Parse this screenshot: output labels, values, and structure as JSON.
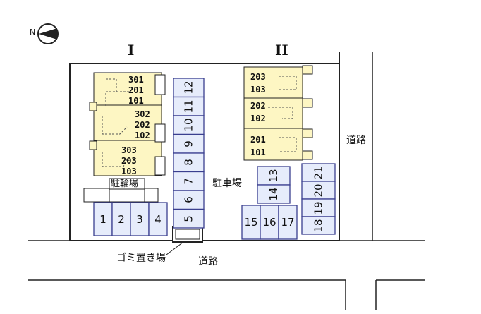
{
  "compass": {
    "label": "N",
    "icon": "north-arrow-icon"
  },
  "buildings": {
    "building_1": {
      "label": "I",
      "units": [
        "301",
        "201",
        "101",
        "302",
        "202",
        "102",
        "303",
        "203",
        "103"
      ]
    },
    "building_2": {
      "label": "II",
      "units": [
        "203",
        "103",
        "202",
        "102",
        "201",
        "101"
      ]
    }
  },
  "labels": {
    "parking": "駐車場",
    "bicycle_parking": "駐輪場",
    "garbage": "ゴミ置き場",
    "road_right": "道路",
    "road_bottom": "道路"
  },
  "parking_spaces": {
    "row_bottom_left": [
      "1",
      "2",
      "3",
      "4"
    ],
    "column_center": [
      "12",
      "11",
      "10",
      "9",
      "8",
      "7",
      "6",
      "5"
    ],
    "block_13_14": [
      "13",
      "14"
    ],
    "row_15_17": [
      "15",
      "16",
      "17"
    ],
    "column_right": [
      "21",
      "20",
      "19",
      "18"
    ]
  },
  "colors": {
    "building_fill": "#fdf6c3",
    "parking_fill": "#e6ecfb",
    "parking_stroke": "#3a3f8f",
    "line": "#222222"
  }
}
